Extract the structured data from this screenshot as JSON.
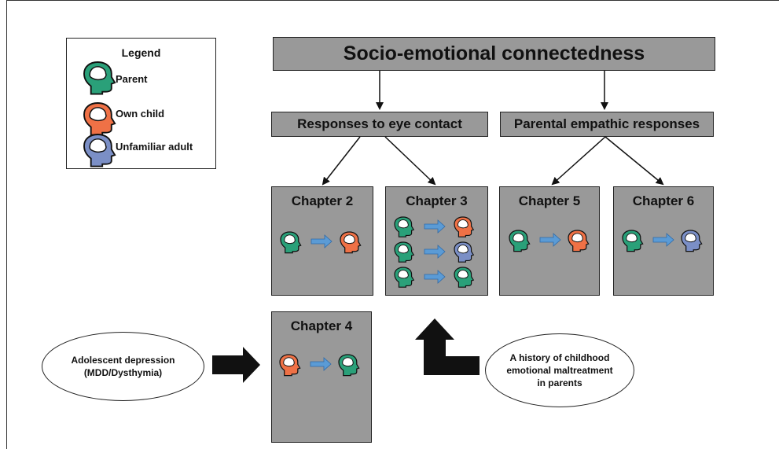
{
  "legend": {
    "title": "Legend",
    "items": [
      {
        "label": "Parent",
        "color": "#2aa079"
      },
      {
        "label": "Own child",
        "color": "#ef7146"
      },
      {
        "label": "Unfamiliar adult",
        "color": "#7b8fc6"
      }
    ]
  },
  "diagram": {
    "title": "Socio-emotional connectedness",
    "branches": {
      "eye_contact": "Responses to eye contact",
      "empathic": "Parental empathic responses"
    },
    "chapters": {
      "ch2": "Chapter 2",
      "ch3": "Chapter 3",
      "ch4": "Chapter 4",
      "ch5": "Chapter 5",
      "ch6": "Chapter 6"
    },
    "moderators": {
      "adolescent_line1": "Adolescent depression",
      "adolescent_line2": "(MDD/Dysthymia)",
      "maltreatment_line1": "A history of childhood",
      "maltreatment_line2": "emotional maltreatment",
      "maltreatment_line3": "in parents"
    }
  },
  "colors": {
    "box_fill": "#999999",
    "arrow_blue": "#5b9bd5",
    "parent": "#2aa079",
    "own_child": "#ef7146",
    "unfamiliar_adult": "#7b8fc6"
  }
}
